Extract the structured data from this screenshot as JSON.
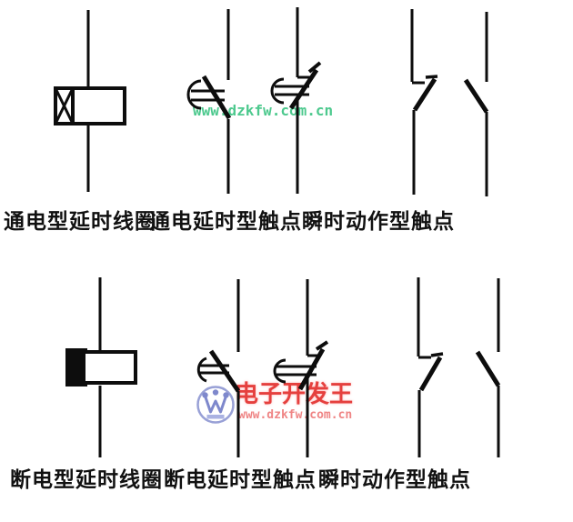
{
  "page": {
    "background": "#ffffff",
    "line_color": "#0d0d0d"
  },
  "watermark_top": {
    "text": "www.dzkfw.com.cn",
    "color": "#4dc98e"
  },
  "logo": {
    "mark": "w-in-circle",
    "circle_color": "#98a0d6",
    "glyph_color": "#7e88cc",
    "title": "电子开发王",
    "title_color": "#e5403e",
    "url": "www.dzkfw.com.cn",
    "url_color": "#ef8585"
  },
  "sections": [
    {
      "id": "energize-delay-coil",
      "label": "通电型延时线圈",
      "symbol": "coil-with-x-box"
    },
    {
      "id": "energize-delay-contacts",
      "label": "通电延时型触点",
      "symbol": "time-delay-contact-pair"
    },
    {
      "id": "instant-contacts-top",
      "label": "瞬时动作型触点",
      "symbol": "instantaneous-contact-pair"
    },
    {
      "id": "deenergize-delay-coil",
      "label": "断电型延时线圈",
      "symbol": "coil-with-filled-box"
    },
    {
      "id": "deenergize-delay-contacts",
      "label": "断电延时型触点",
      "symbol": "time-delay-contact-pair"
    },
    {
      "id": "instant-contacts-bottom",
      "label": "瞬时动作型触点",
      "symbol": "instantaneous-contact-pair"
    }
  ]
}
